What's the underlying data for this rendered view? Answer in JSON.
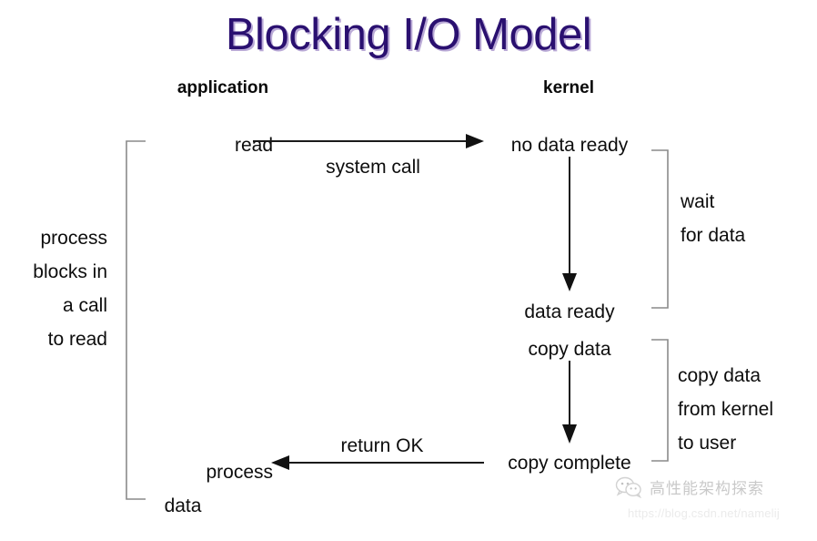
{
  "title": "Blocking I/O Model",
  "theme": {
    "title_color": "#2a1070",
    "title_shadow_color": "#b9a9d6",
    "text_color": "#0d0d0d",
    "line_color": "#1a1a1a",
    "bracket_color": "#6b6b6b",
    "background": "#ffffff",
    "watermark_color": "#c9c9c9",
    "watermark_url_color": "#ebebeb"
  },
  "columns": {
    "application": "application",
    "kernel": "kernel"
  },
  "application_steps": {
    "read": "read",
    "process": "process",
    "data": "data"
  },
  "kernel_steps": {
    "no_data_ready": "no data ready",
    "data_ready": "data ready",
    "copy_data": "copy data",
    "copy_complete": "copy complete"
  },
  "arrow_labels": {
    "system_call": "system call",
    "return_ok": "return OK"
  },
  "annotations": {
    "process_blocks": [
      "process",
      "blocks in",
      "a call",
      "to read"
    ],
    "wait_for_data": [
      "wait",
      "for data"
    ],
    "copy_from_kernel": [
      "copy data",
      "from kernel",
      "to user"
    ]
  },
  "watermark": {
    "account": "高性能架构探索",
    "url": "https://blog.csdn.net/namelij",
    "icon": "wechat-icon"
  }
}
